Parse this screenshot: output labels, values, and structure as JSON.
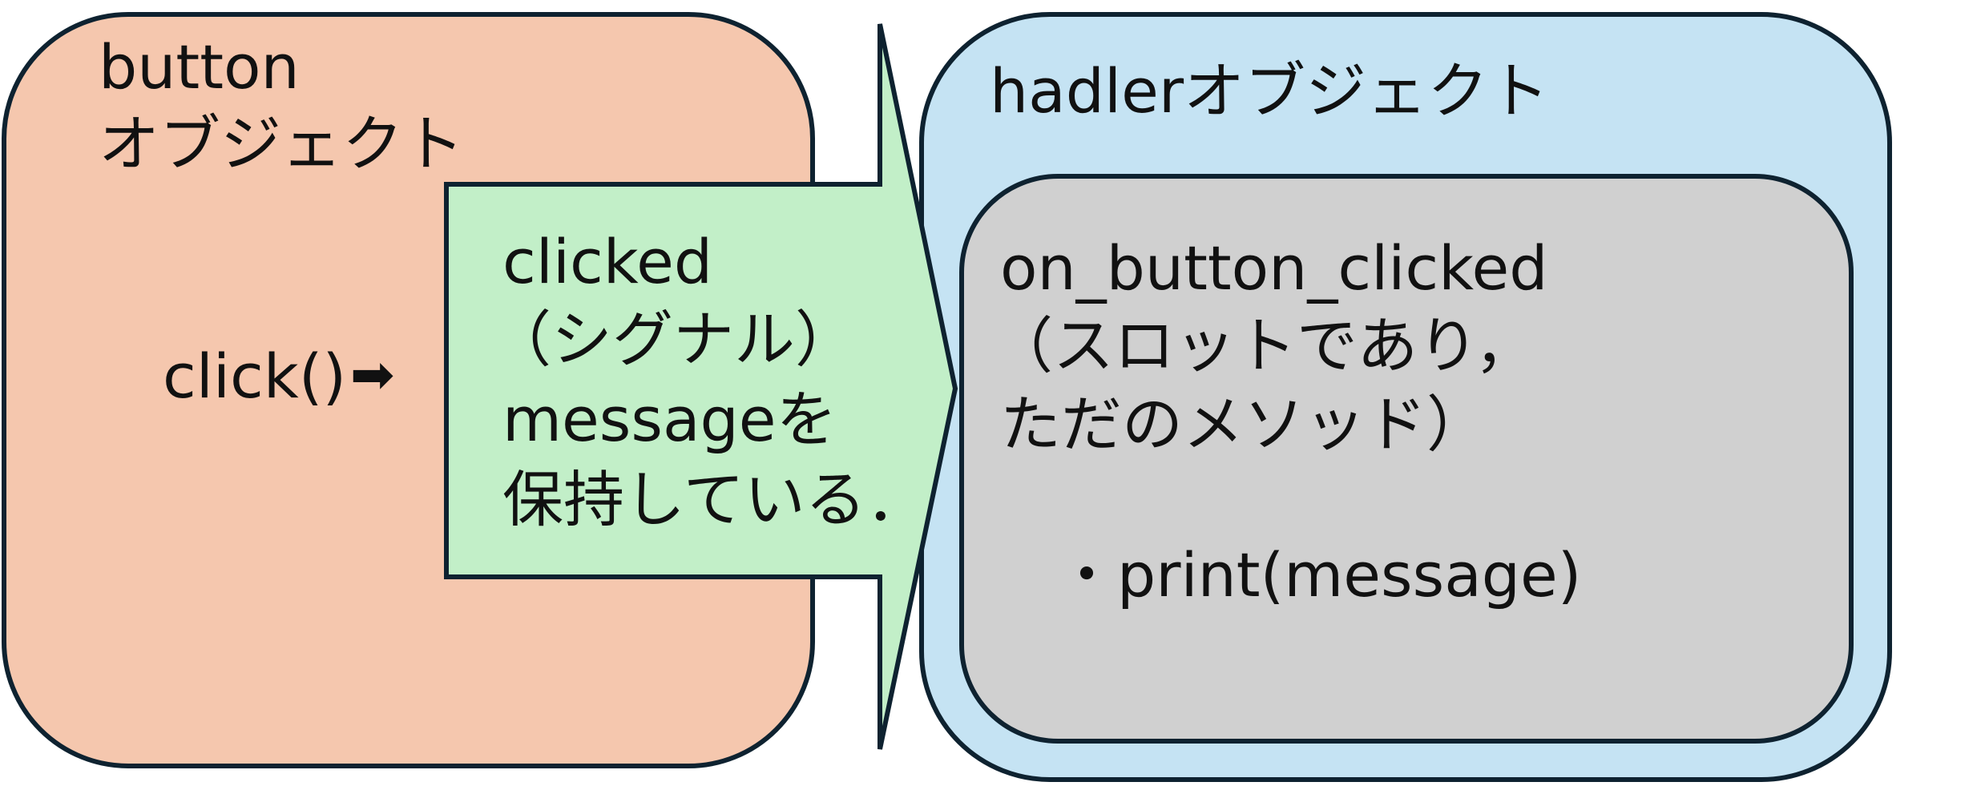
{
  "button_object": {
    "title_line1": "button",
    "title_line2": "オブジェクト",
    "method_label": "click()",
    "arrow_glyph": "➡",
    "fill": "#F5C7AE"
  },
  "signal_arrow": {
    "line1": "clicked",
    "line2": "（シグナル）",
    "line3": "messageを",
    "line4": "保持している．",
    "fill": "#C2EFC8"
  },
  "handler_object": {
    "title": "hadlerオブジェクト",
    "fill": "#C5E3F3",
    "slot_box": {
      "line1": "on_button_clicked",
      "line2": "（スロットであり，",
      "line3": "ただのメソッド）",
      "bullet_item": "・print(message)",
      "fill": "#D0D0D0"
    }
  },
  "stroke_color": "#0E2230"
}
